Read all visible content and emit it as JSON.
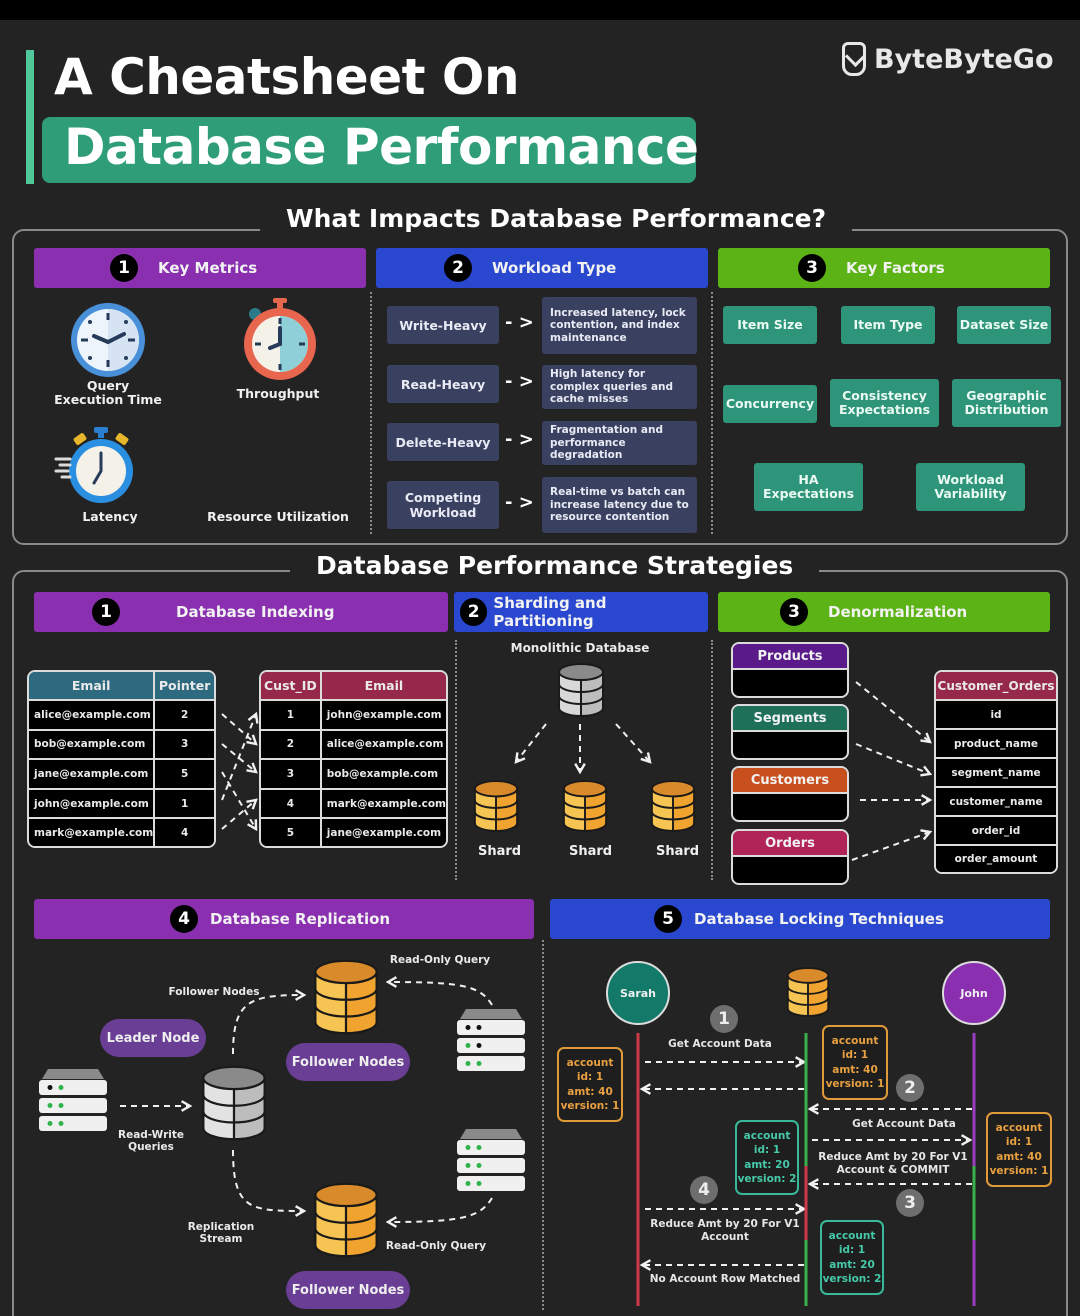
{
  "header": {
    "title_line1": "A Cheatsheet On",
    "title_line2": "Database Performance",
    "brand": "ByteByteGo"
  },
  "colors": {
    "background": "#232323",
    "accent_green": "#2f9e78",
    "purple": "#8a2fb0",
    "blue": "#2a47d0",
    "lime": "#5cb315",
    "teal_box": "#2f957a",
    "slate_box": "#3a4160"
  },
  "impacts": {
    "title": "What Impacts Database Performance?",
    "key_metrics": {
      "number": "1",
      "label": "Key Metrics",
      "items": [
        {
          "label": "Query\nExecution Time",
          "icon": "clock-icon"
        },
        {
          "label": "Throughput",
          "icon": "stopwatch-icon"
        },
        {
          "label": "Latency",
          "icon": "fast-stopwatch-icon"
        },
        {
          "label": "Resource Utilization",
          "icon": ""
        }
      ]
    },
    "workload_type": {
      "number": "2",
      "label": "Workload Type",
      "items": [
        {
          "type": "Write-Heavy",
          "effect": "Increased latency, lock contention, and index maintenance"
        },
        {
          "type": "Read-Heavy",
          "effect": "High latency for complex queries and cache misses"
        },
        {
          "type": "Delete-Heavy",
          "effect": "Fragmentation and performance degradation"
        },
        {
          "type": "Competing Workload",
          "effect": "Real-time vs batch can increase latency due to resource contention"
        }
      ]
    },
    "key_factors": {
      "number": "3",
      "label": "Key Factors",
      "items": [
        "Item Size",
        "Item Type",
        "Dataset Size",
        "Concurrency",
        "Consistency Expectations",
        "Geographic Distribution",
        "HA Expectations",
        "Workload Variability"
      ]
    }
  },
  "strategies": {
    "title": "Database Performance Strategies",
    "indexing": {
      "number": "1",
      "label": "Database Indexing",
      "index_table": {
        "headers": [
          "Email",
          "Pointer"
        ],
        "rows": [
          [
            "alice@example.com",
            "2"
          ],
          [
            "bob@example.com",
            "3"
          ],
          [
            "jane@example.com",
            "5"
          ],
          [
            "john@example.com",
            "1"
          ],
          [
            "mark@example.com",
            "4"
          ]
        ]
      },
      "data_table": {
        "headers": [
          "Cust_ID",
          "Email"
        ],
        "rows": [
          [
            "1",
            "john@example.com"
          ],
          [
            "2",
            "alice@example.com"
          ],
          [
            "3",
            "bob@example.com"
          ],
          [
            "4",
            "mark@example.com"
          ],
          [
            "5",
            "jane@example.com"
          ]
        ]
      }
    },
    "sharding": {
      "number": "2",
      "label": "Sharding and Partitioning",
      "source": "Monolithic Database",
      "shards": [
        "Shard",
        "Shard",
        "Shard"
      ]
    },
    "denormalization": {
      "number": "3",
      "label": "Denormalization",
      "sources": [
        "Products",
        "Segments",
        "Customers",
        "Orders"
      ],
      "target": {
        "name": "Customer_Orders",
        "fields": [
          "id",
          "product_name",
          "segment_name",
          "customer_name",
          "order_id",
          "order_amount"
        ]
      }
    },
    "replication": {
      "number": "4",
      "label": "Database Replication",
      "leader": "Leader Node",
      "follower_pill_1": "Follower Nodes",
      "follower_pill_2": "Follower Nodes",
      "follower_arrow_label": "Follower Nodes",
      "read_write": "Read-Write\nQueries",
      "replication_stream": "Replication\nStream",
      "read_only_top": "Read-Only Query",
      "read_only_bottom": "Read-Only Query"
    },
    "locking": {
      "number": "5",
      "label": "Database Locking Techniques",
      "actor_left": "Sarah",
      "actor_right": "John",
      "steps": [
        "1",
        "2",
        "3",
        "4"
      ],
      "messages": {
        "get_left": "Get Account Data",
        "get_right": "Get Account Data",
        "reduce_commit": "Reduce Amt by 20 For V1\nAccount & COMMIT",
        "reduce_v1": "Reduce Amt by 20 For V1\nAccount",
        "no_match": "No Account Row Matched"
      },
      "accounts": {
        "sarah_v1": [
          "account",
          "id: 1",
          "amt: 40",
          "version: 1"
        ],
        "db_v1": [
          "account",
          "id: 1",
          "amt: 40",
          "version: 1"
        ],
        "john_v1": [
          "account",
          "id: 1",
          "amt: 40",
          "version: 1"
        ],
        "db_v2_left": [
          "account",
          "id: 1",
          "amt: 20",
          "version: 2"
        ],
        "db_v2_bottom": [
          "account",
          "id: 1",
          "amt: 20",
          "version: 2"
        ]
      }
    }
  }
}
